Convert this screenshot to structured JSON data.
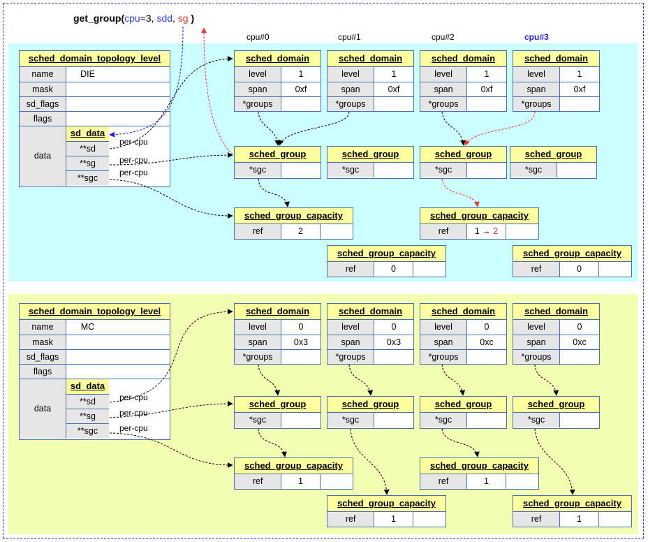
{
  "title": {
    "fn": "get_group(",
    "a1": "cpu",
    "eq": "=3, ",
    "a2": "sdd",
    "comma": ", ",
    "a3": "sg",
    "close": " )"
  },
  "cpus": [
    "cpu#0",
    "cpu#1",
    "cpu#2",
    "cpu#3"
  ],
  "labels": {
    "sched_domain": "sched_domain",
    "sched_group": "sched_group",
    "sched_group_capacity": "sched_group_capacity",
    "sdtl": "sched_domain_topology_level",
    "sd_data": "sd_data",
    "level": "level",
    "span": "span",
    "groups": "*groups",
    "sgc": "*sgc",
    "ref": "ref",
    "name": "name",
    "mask": "mask",
    "sd_flags": "sd_flags",
    "flags": "flags",
    "data": "data",
    "sd": "**sd",
    "sg": "**sg",
    "sgc2": "**sgc",
    "per_cpu": "per-cpu"
  },
  "die": {
    "name": "DIE",
    "domains": [
      {
        "level": "1",
        "span": "0xf"
      },
      {
        "level": "1",
        "span": "0xf"
      },
      {
        "level": "1",
        "span": "0xf"
      },
      {
        "level": "1",
        "span": "0xf"
      }
    ],
    "capacities": {
      "c0": {
        "ref": "2"
      },
      "c1": {
        "ref": "0"
      },
      "c2": {
        "ref_from": "1 → ",
        "ref_to": "2"
      },
      "c3": {
        "ref": "0"
      }
    }
  },
  "mc": {
    "name": "MC",
    "domains": [
      {
        "level": "0",
        "span": "0x3"
      },
      {
        "level": "0",
        "span": "0x3"
      },
      {
        "level": "0",
        "span": "0xc"
      },
      {
        "level": "0",
        "span": "0xc"
      }
    ],
    "capacities": {
      "c0": {
        "ref": "1"
      },
      "c1": {
        "ref": "1"
      },
      "c2": {
        "ref": "1"
      },
      "c3": {
        "ref": "1"
      }
    }
  },
  "colors": {
    "die_bg": "#ccffff",
    "mc_bg": "#f2ffb3",
    "header": "#ffffa0",
    "blue_arrow": "#1a1aee",
    "red_arrow": "#ee3333"
  }
}
